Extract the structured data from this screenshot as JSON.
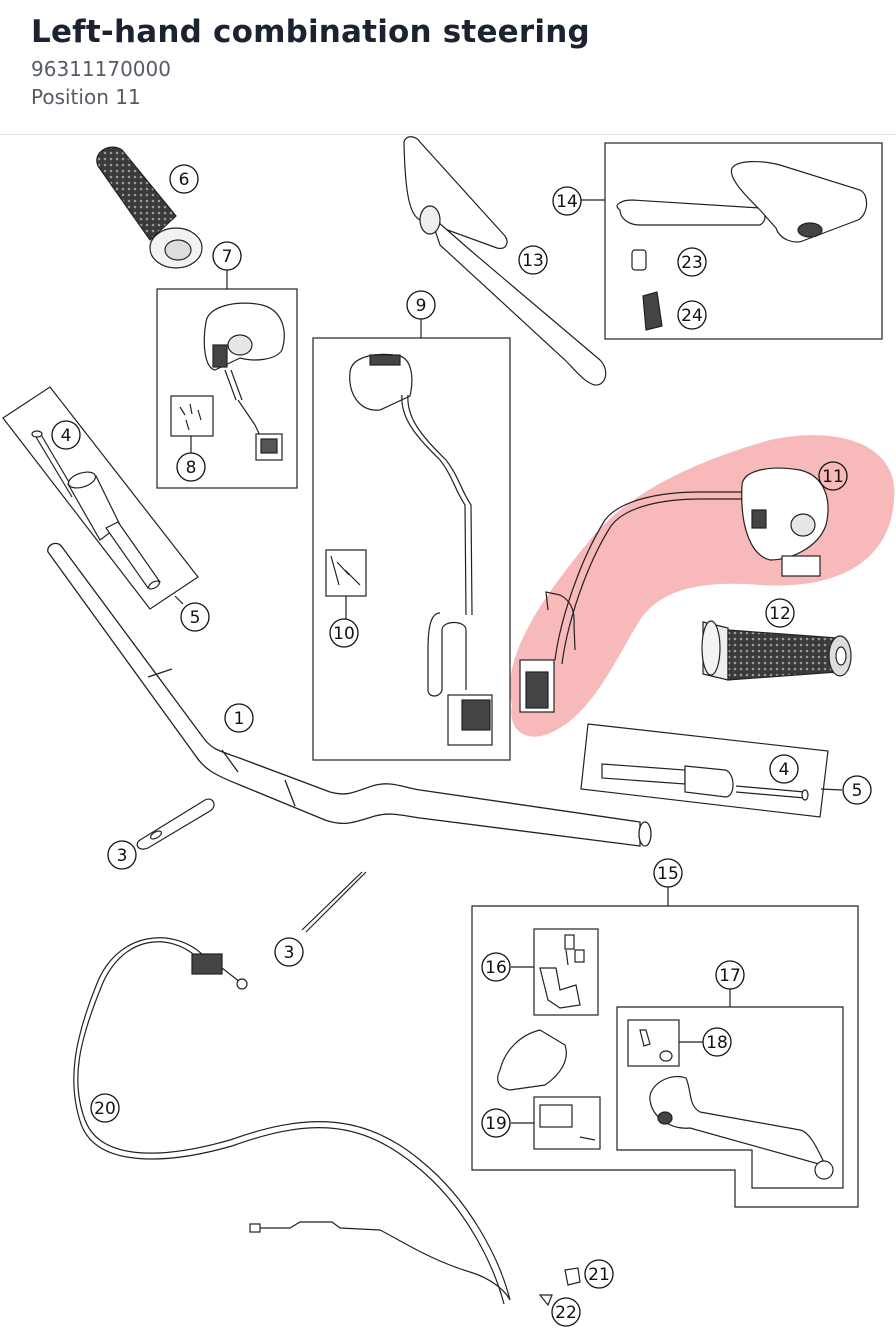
{
  "header": {
    "title": "Left-hand combination steering",
    "part_number": "96311170000",
    "position": "Position 11"
  },
  "highlight_color": "#f07f7f",
  "callouts": [
    {
      "id": "c1",
      "label": "1"
    },
    {
      "id": "c3a",
      "label": "3"
    },
    {
      "id": "c3b",
      "label": "3"
    },
    {
      "id": "c4a",
      "label": "4"
    },
    {
      "id": "c4b",
      "label": "4"
    },
    {
      "id": "c5a",
      "label": "5"
    },
    {
      "id": "c5b",
      "label": "5"
    },
    {
      "id": "c6",
      "label": "6"
    },
    {
      "id": "c7",
      "label": "7"
    },
    {
      "id": "c8",
      "label": "8"
    },
    {
      "id": "c9",
      "label": "9"
    },
    {
      "id": "c10",
      "label": "10"
    },
    {
      "id": "c11",
      "label": "11"
    },
    {
      "id": "c12",
      "label": "12"
    },
    {
      "id": "c13",
      "label": "13"
    },
    {
      "id": "c14",
      "label": "14"
    },
    {
      "id": "c15",
      "label": "15"
    },
    {
      "id": "c16",
      "label": "16"
    },
    {
      "id": "c17",
      "label": "17"
    },
    {
      "id": "c18",
      "label": "18"
    },
    {
      "id": "c19",
      "label": "19"
    },
    {
      "id": "c20",
      "label": "20"
    },
    {
      "id": "c21",
      "label": "21"
    },
    {
      "id": "c22",
      "label": "22"
    },
    {
      "id": "c23",
      "label": "23"
    },
    {
      "id": "c24",
      "label": "24"
    }
  ]
}
